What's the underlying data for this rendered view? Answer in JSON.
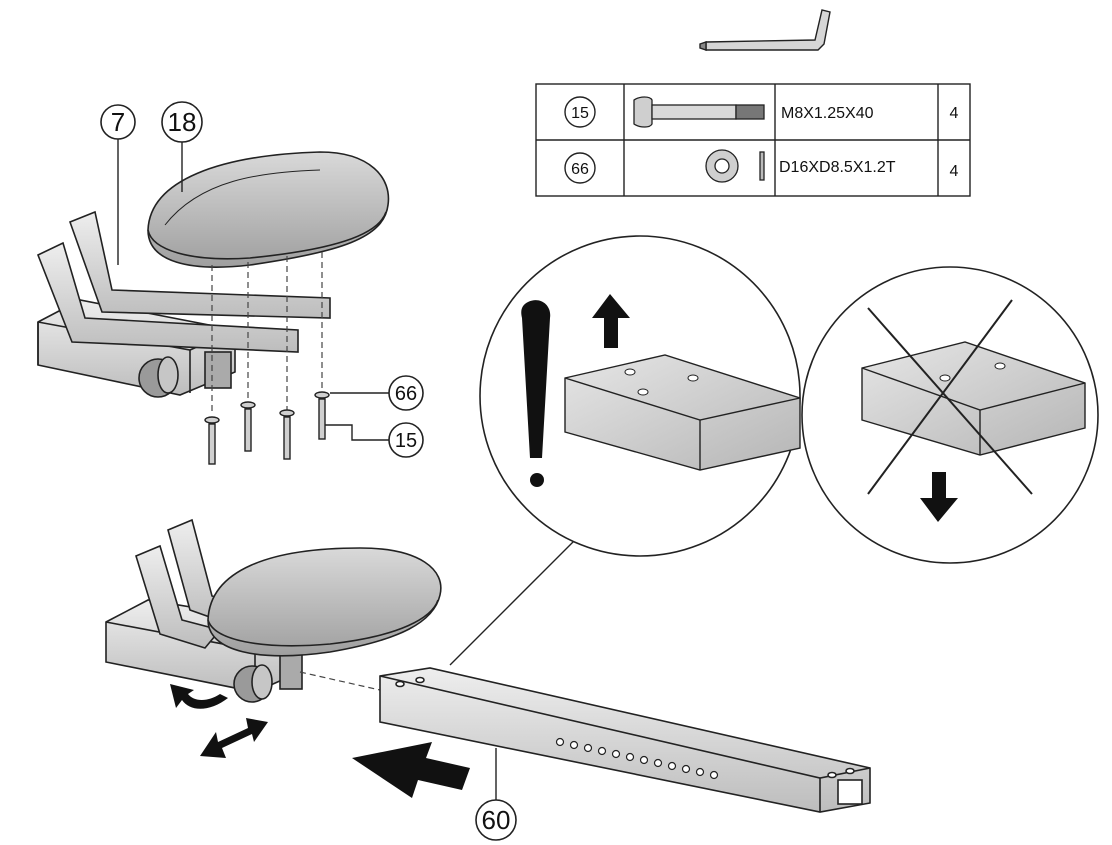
{
  "callouts": {
    "seat_post": "7",
    "seat": "18",
    "washer": "66",
    "bolt": "15",
    "rail": "60"
  },
  "parts_table": {
    "rows": [
      {
        "ref": "15",
        "spec": "M8X1.25X40",
        "qty": "4",
        "icon": "bolt-icon"
      },
      {
        "ref": "66",
        "spec": "D16XD8.5X1.2T",
        "qty": "4",
        "icon": "washer-icon"
      }
    ]
  },
  "tool_icon": "allen-key-icon",
  "detail_correct": {
    "marker": "!",
    "icon": "arrow-up-icon"
  },
  "detail_wrong": {
    "icon": "arrow-down-icon",
    "mark": "cross-icon"
  },
  "colors": {
    "line": "#222222",
    "part_fill": "#cfcfcf",
    "seat_fill": "#b8b8b8",
    "rail_fill": "#dedede"
  }
}
